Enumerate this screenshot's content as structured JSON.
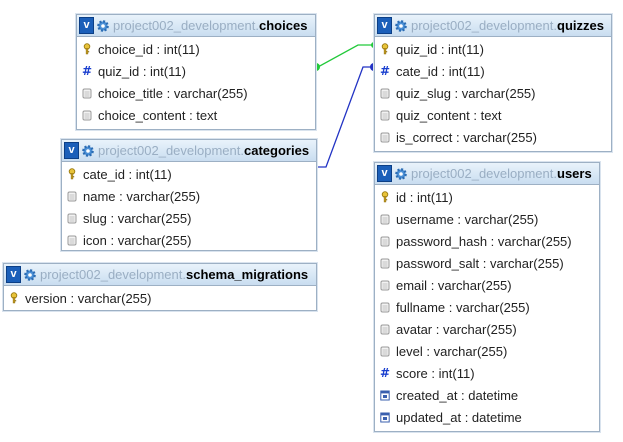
{
  "database": "project002_development",
  "tables": [
    {
      "id": "choices",
      "name": "choices",
      "columns": [
        {
          "name": "choice_id",
          "type": "int(11)",
          "icon": "key-icon"
        },
        {
          "name": "quiz_id",
          "type": "int(11)",
          "icon": "hash-icon"
        },
        {
          "name": "choice_title",
          "type": "varchar(255)",
          "icon": "column-icon"
        },
        {
          "name": "choice_content",
          "type": "text",
          "icon": "column-icon"
        }
      ]
    },
    {
      "id": "quizzes",
      "name": "quizzes",
      "columns": [
        {
          "name": "quiz_id",
          "type": "int(11)",
          "icon": "key-icon"
        },
        {
          "name": "cate_id",
          "type": "int(11)",
          "icon": "hash-icon"
        },
        {
          "name": "quiz_slug",
          "type": "varchar(255)",
          "icon": "column-icon"
        },
        {
          "name": "quiz_content",
          "type": "text",
          "icon": "column-icon"
        },
        {
          "name": "is_correct",
          "type": "varchar(255)",
          "icon": "column-icon"
        }
      ]
    },
    {
      "id": "categories",
      "name": "categories",
      "columns": [
        {
          "name": "cate_id",
          "type": "int(11)",
          "icon": "key-icon"
        },
        {
          "name": "name",
          "type": "varchar(255)",
          "icon": "column-icon"
        },
        {
          "name": "slug",
          "type": "varchar(255)",
          "icon": "column-icon"
        },
        {
          "name": "icon",
          "type": "varchar(255)",
          "icon": "column-icon"
        }
      ]
    },
    {
      "id": "users",
      "name": "users",
      "columns": [
        {
          "name": "id",
          "type": "int(11)",
          "icon": "key-icon"
        },
        {
          "name": "username",
          "type": "varchar(255)",
          "icon": "column-icon"
        },
        {
          "name": "password_hash",
          "type": "varchar(255)",
          "icon": "column-icon"
        },
        {
          "name": "password_salt",
          "type": "varchar(255)",
          "icon": "column-icon"
        },
        {
          "name": "email",
          "type": "varchar(255)",
          "icon": "column-icon"
        },
        {
          "name": "fullname",
          "type": "varchar(255)",
          "icon": "column-icon"
        },
        {
          "name": "avatar",
          "type": "varchar(255)",
          "icon": "column-icon"
        },
        {
          "name": "level",
          "type": "varchar(255)",
          "icon": "column-icon"
        },
        {
          "name": "score",
          "type": "int(11)",
          "icon": "hash-icon"
        },
        {
          "name": "created_at",
          "type": "datetime",
          "icon": "datetime-icon"
        },
        {
          "name": "updated_at",
          "type": "datetime",
          "icon": "datetime-icon"
        }
      ]
    },
    {
      "id": "schema_migrations",
      "name": "schema_migrations",
      "columns": [
        {
          "name": "version",
          "type": "varchar(255)",
          "icon": "key-icon"
        }
      ]
    }
  ],
  "relations": [
    {
      "from": "choices.quiz_id",
      "to": "quizzes.quiz_id",
      "color": "#22c93a"
    },
    {
      "from": "categories.cate_id",
      "to": "quizzes.cate_id",
      "color": "#2233c4"
    }
  ],
  "colors": {
    "header_db_text": "#9aaec3",
    "v_button": "#1b5fb9",
    "hash": "#1a3fcf"
  }
}
